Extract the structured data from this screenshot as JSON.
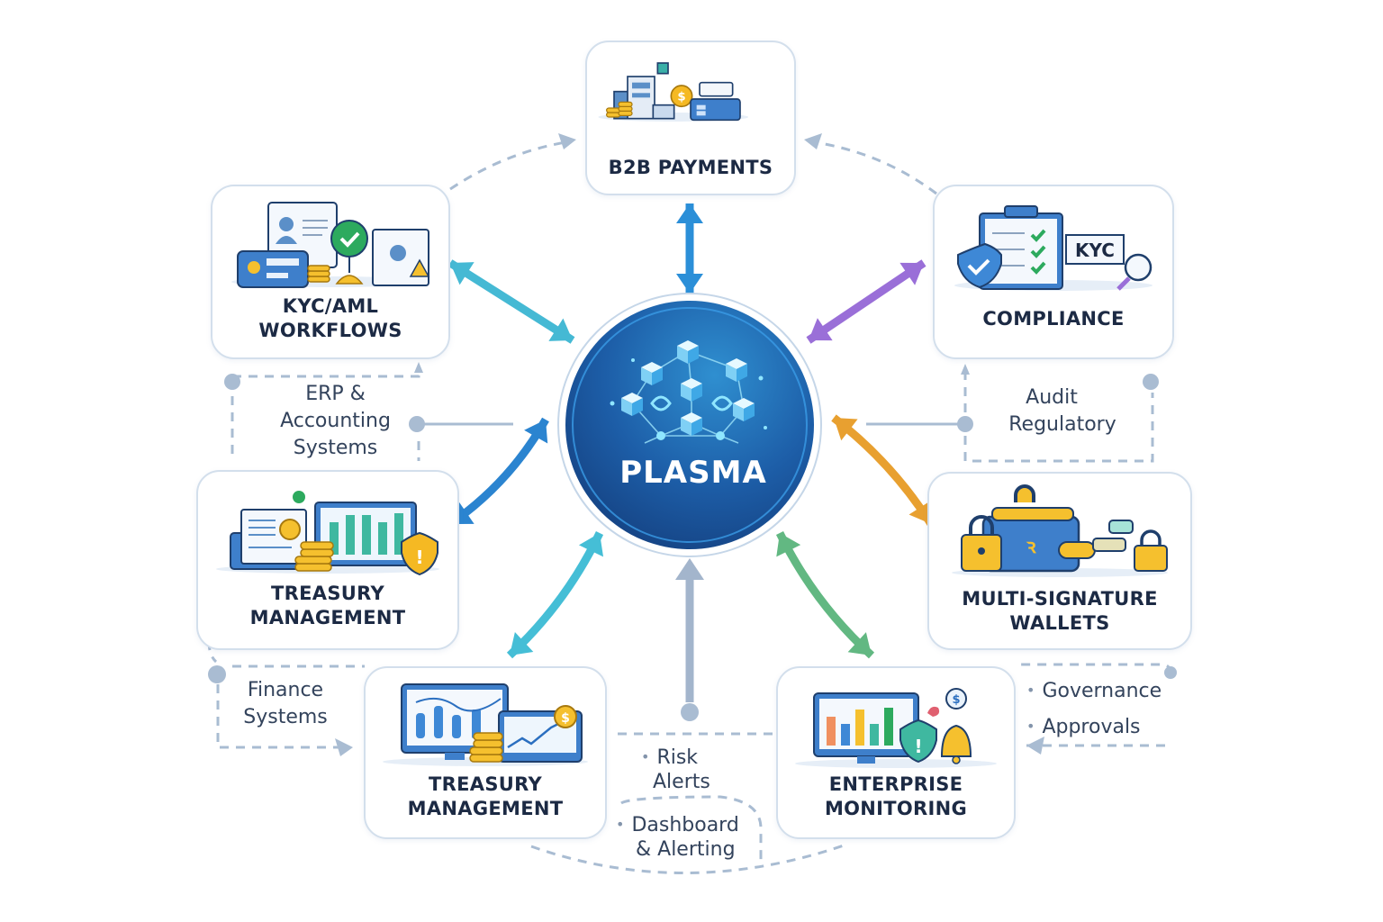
{
  "hub": {
    "title": "PLASMA",
    "icon": "blockchain-network-icon",
    "color": "#1e5aa0"
  },
  "nodes": [
    {
      "id": "b2b-payments",
      "title_lines": [
        "B2B PAYMENTS"
      ],
      "icon": "buildings-coins-card-icon",
      "arrow_color": "#2b8fd8"
    },
    {
      "id": "kyc-aml-workflows",
      "title_lines": [
        "KYC/AML",
        "WORKFLOWS"
      ],
      "icon": "id-card-check-icon",
      "arrow_color": "#45b9d4"
    },
    {
      "id": "compliance",
      "title_lines": [
        "COMPLIANCE"
      ],
      "icon": "clipboard-shield-kyc-icon",
      "arrow_color": "#9a6fd8"
    },
    {
      "id": "treasury-management-left",
      "title_lines": [
        "TREASURY",
        "MANAGEMENT"
      ],
      "icon": "chart-coins-shield-icon",
      "arrow_color": "#2b84d0"
    },
    {
      "id": "multi-signature-wallets",
      "title_lines": [
        "MULTI-SIGNATURE",
        "WALLETS"
      ],
      "icon": "wallet-locks-icon",
      "arrow_color": "#e8a030"
    },
    {
      "id": "treasury-management-bottom",
      "title_lines": [
        "TREASURY",
        "MANAGEMENT"
      ],
      "icon": "monitor-laptop-coins-icon",
      "arrow_color": "#45bed6"
    },
    {
      "id": "enterprise-monitoring",
      "title_lines": [
        "ENTERPRISE",
        "MONITORING"
      ],
      "icon": "monitor-shield-bell-icon",
      "arrow_color": "#62b882"
    }
  ],
  "annotations": {
    "erp": {
      "lines": [
        "ERP &",
        "Accounting",
        "Systems"
      ]
    },
    "audit": {
      "lines": [
        "Audit",
        "Regulatory"
      ]
    },
    "finance": {
      "lines": [
        "Finance",
        "Systems"
      ]
    },
    "governance": {
      "bullets": [
        "Governance",
        "Approvals"
      ]
    },
    "risk": {
      "bullets": [
        "Risk ",
        "Dashboard"
      ],
      "continuations": [
        "Alerts",
        "& Alerting"
      ]
    }
  },
  "colors": {
    "card_border": "#d3dfec",
    "connector": "#a9bcd2",
    "center_arrow": "#a3b5cc",
    "text": "#1c2a44"
  }
}
